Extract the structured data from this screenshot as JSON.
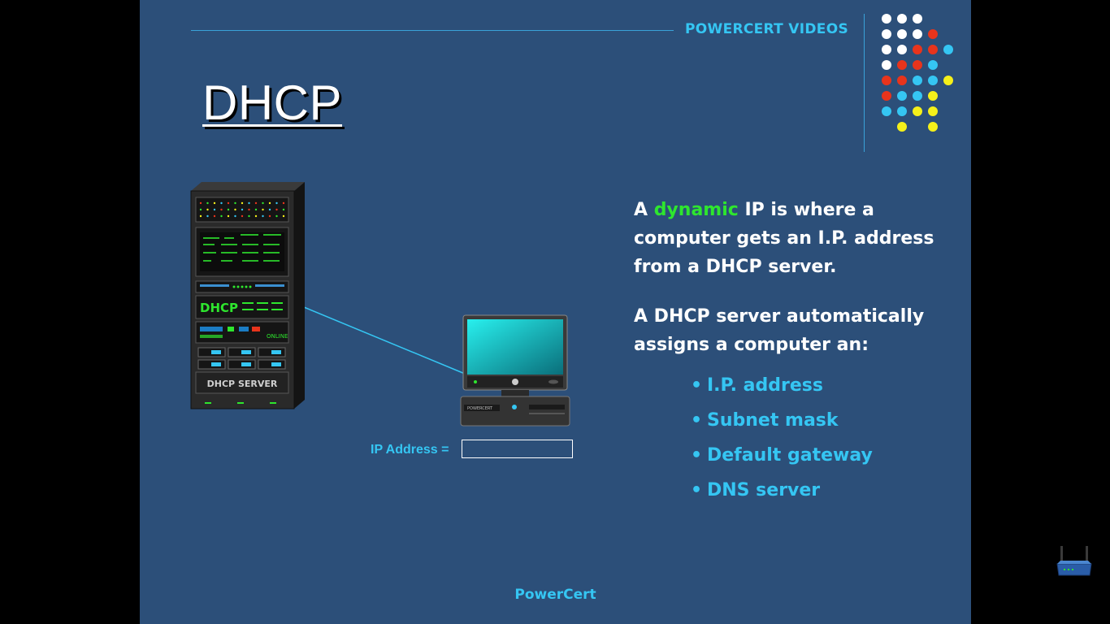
{
  "header": {
    "brand": "POWERCERT VIDEOS"
  },
  "slide": {
    "title": "DHCP"
  },
  "server": {
    "label": "DHCP SERVER",
    "panel_label": "DHCP",
    "status": "ONLINE"
  },
  "pc": {
    "brand_label": "POWERCERT"
  },
  "ip_field": {
    "label": "IP Address =",
    "value": ""
  },
  "paragraph1": {
    "prefix": "A ",
    "highlight": "dynamic",
    "suffix": " IP is where a",
    "line2": "computer gets an I.P. address",
    "line3": "from a DHCP server."
  },
  "paragraph2": {
    "line1": "A DHCP server automatically",
    "line2": "assigns a computer an:"
  },
  "bullets": [
    {
      "text": "I.P. address"
    },
    {
      "text": "Subnet mask"
    },
    {
      "text": "Default gateway"
    },
    {
      "text": "DNS server"
    }
  ],
  "bullet_glyph": "•",
  "footer": {
    "text": "PowerCert"
  },
  "colors": {
    "background": "#2c4f79",
    "accent": "#35c6f3",
    "highlight": "#2ee62e",
    "dot_white": "#ffffff",
    "dot_red": "#e8341c",
    "dot_blue": "#35c6f3",
    "dot_yellow": "#f5f01a"
  },
  "icons": {
    "server": "server-rack-icon",
    "computer": "desktop-computer-icon",
    "router": "wireless-router-icon"
  }
}
